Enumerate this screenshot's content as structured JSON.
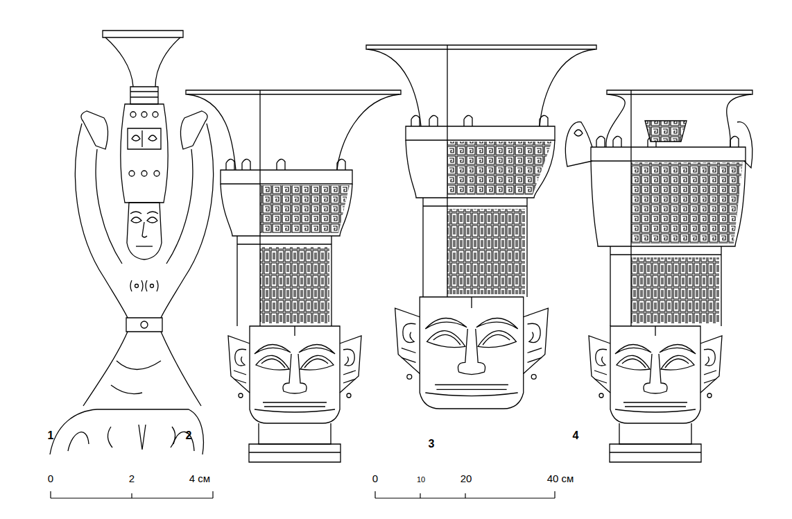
{
  "diagram": {
    "labels": [
      "1",
      "2",
      "3",
      "4",
      "0",
      "2",
      "4 см",
      "0",
      "10",
      "20",
      "40 см"
    ]
  }
}
